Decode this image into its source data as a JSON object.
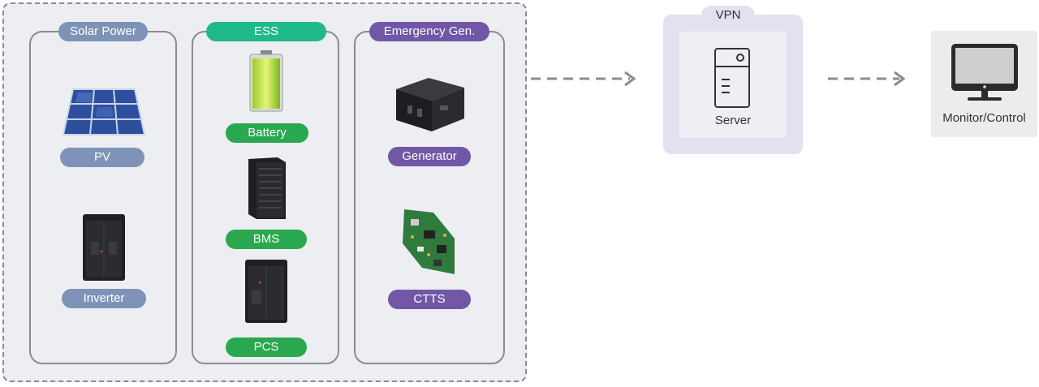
{
  "groups": {
    "solar": {
      "title": "Solar Power"
    },
    "ess": {
      "title": "ESS"
    },
    "emergency": {
      "title": "Emergency Gen."
    }
  },
  "items": {
    "pv": "PV",
    "inverter": "Inverter",
    "battery": "Battery",
    "bms": "BMS",
    "pcs": "PCS",
    "generator": "Generator",
    "ctts": "CTTS"
  },
  "vpn": {
    "title": "VPN",
    "server": "Server"
  },
  "monitor": {
    "label": "Monitor/Control"
  },
  "colors": {
    "solar": "#7f93b8",
    "ess_header": "#20b98a",
    "ess_item": "#2aa84f",
    "emergency": "#7157a6",
    "border": "#8a8c90",
    "vpn_bg": "#e3e0ef"
  },
  "icons": [
    "solar-panel-icon",
    "inverter-cabinet-icon",
    "battery-icon",
    "bms-rack-icon",
    "pcs-cabinet-icon",
    "generator-icon",
    "circuit-board-icon",
    "server-icon",
    "monitor-icon",
    "arrow-right-icon"
  ]
}
